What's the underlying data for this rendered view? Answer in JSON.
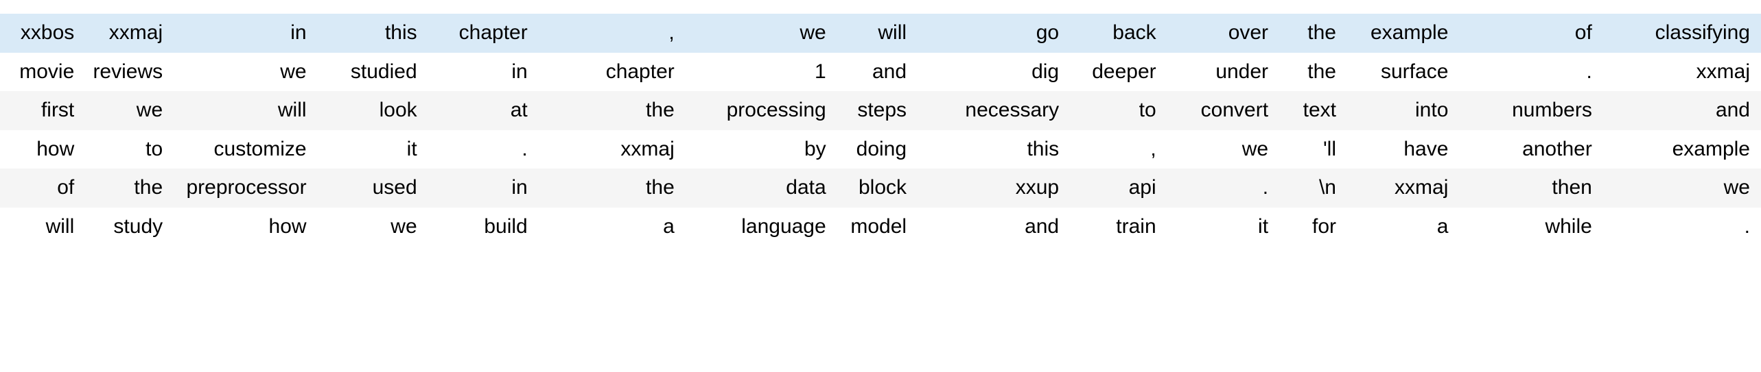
{
  "table": {
    "columns": 15,
    "row_count": 6,
    "colors": {
      "hover_row_bg": "#d9eaf7",
      "alt_row_bg": "#f5f5f5",
      "default_row_bg": "#ffffff",
      "text": "#000000"
    },
    "rows": [
      {
        "style": "hover",
        "cells": [
          "xxbos",
          "xxmaj",
          "in",
          "this",
          "chapter",
          ",",
          "we",
          "will",
          "go",
          "back",
          "over",
          "the",
          "example",
          "of",
          "classifying"
        ]
      },
      {
        "style": "white",
        "cells": [
          "movie",
          "reviews",
          "we",
          "studied",
          "in",
          "chapter",
          "1",
          "and",
          "dig",
          "deeper",
          "under",
          "the",
          "surface",
          ".",
          "xxmaj"
        ]
      },
      {
        "style": "alt",
        "cells": [
          "first",
          "we",
          "will",
          "look",
          "at",
          "the",
          "processing",
          "steps",
          "necessary",
          "to",
          "convert",
          "text",
          "into",
          "numbers",
          "and"
        ]
      },
      {
        "style": "white",
        "cells": [
          "how",
          "to",
          "customize",
          "it",
          ".",
          "xxmaj",
          "by",
          "doing",
          "this",
          ",",
          "we",
          "'ll",
          "have",
          "another",
          "example"
        ]
      },
      {
        "style": "alt",
        "cells": [
          "of",
          "the",
          "preprocessor",
          "used",
          "in",
          "the",
          "data",
          "block",
          "xxup",
          "api",
          ".",
          "\\n",
          "xxmaj",
          "then",
          "we"
        ]
      },
      {
        "style": "white",
        "cells": [
          "will",
          "study",
          "how",
          "we",
          "build",
          "a",
          "language",
          "model",
          "and",
          "train",
          "it",
          "for",
          "a",
          "while",
          "."
        ]
      }
    ]
  }
}
